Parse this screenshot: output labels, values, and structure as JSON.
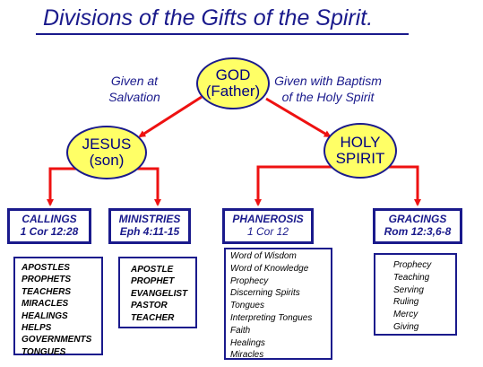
{
  "title": "Divisions of the Gifts of the Spirit.",
  "colors": {
    "ink": "#1a1a8c",
    "ellipse_fill": "#ffff66",
    "arrow": "#ee1111"
  },
  "god": {
    "line1": "GOD",
    "line2": "(Father)"
  },
  "jesus": {
    "line1": "JESUS",
    "line2": "(son)"
  },
  "spirit": {
    "line1": "HOLY",
    "line2": "SPIRIT"
  },
  "notes": {
    "salvation_line1": "Given at",
    "salvation_line2": "Salvation",
    "baptism_line1": "Given with Baptism",
    "baptism_line2": "of the Holy Spirit"
  },
  "callings": {
    "title": "CALLINGS",
    "ref": "1 Cor 12:28",
    "items": [
      "APOSTLES",
      "PROPHETS",
      "TEACHERS",
      "MIRACLES",
      "HEALINGS",
      "HELPS",
      "GOVERNMENTS",
      "TONGUES"
    ]
  },
  "ministries": {
    "title": "MINISTRIES",
    "ref": "Eph 4:11-15",
    "items": [
      "APOSTLE",
      "PROPHET",
      "EVANGELIST",
      "PASTOR",
      "TEACHER"
    ]
  },
  "phanerosis": {
    "title": "PHANEROSIS",
    "ref": "1 Cor 12",
    "items": [
      "Word of Wisdom",
      "Word of Knowledge",
      "Prophecy",
      "Discerning Spirits",
      "Tongues",
      "Interpreting Tongues",
      "Faith",
      "Healings",
      "Miracles"
    ]
  },
  "gracings": {
    "title": "GRACINGS",
    "ref": "Rom 12:3,6-8",
    "items": [
      "Prophecy",
      "Teaching",
      "Serving",
      "Ruling",
      "Mercy",
      "Giving"
    ]
  }
}
